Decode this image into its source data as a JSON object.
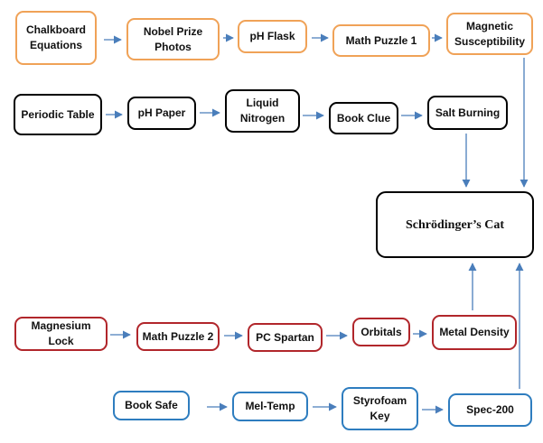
{
  "nodes": {
    "chalkboard_equations": "Chalkboard\nEquations",
    "nobel_prize_photos": "Nobel Prize\nPhotos",
    "ph_flask": "pH Flask",
    "math_puzzle_1": "Math Puzzle 1",
    "magnetic_susceptibility": "Magnetic\nSusceptibility",
    "periodic_table": "Periodic Table",
    "ph_paper": "pH Paper",
    "liquid_nitrogen": "Liquid\nNitrogen",
    "book_clue": "Book Clue",
    "salt_burning": "Salt Burning",
    "schrodingers_cat": "Schrödinger’s Cat",
    "magnesium_lock": "Magnesium Lock",
    "math_puzzle_2": "Math Puzzle 2",
    "pc_spartan": "PC Spartan",
    "orbitals": "Orbitals",
    "metal_density": "Metal Density",
    "book_safe": "Book Safe",
    "mel_temp": "Mel-Temp",
    "styrofoam_key": "Styrofoam\nKey",
    "spec_200": "Spec-200"
  },
  "colors": {
    "orange": "#f0a257",
    "black": "#000000",
    "red": "#b1262b",
    "blue": "#2e7dbf",
    "arrow": "#4a7ebb"
  }
}
